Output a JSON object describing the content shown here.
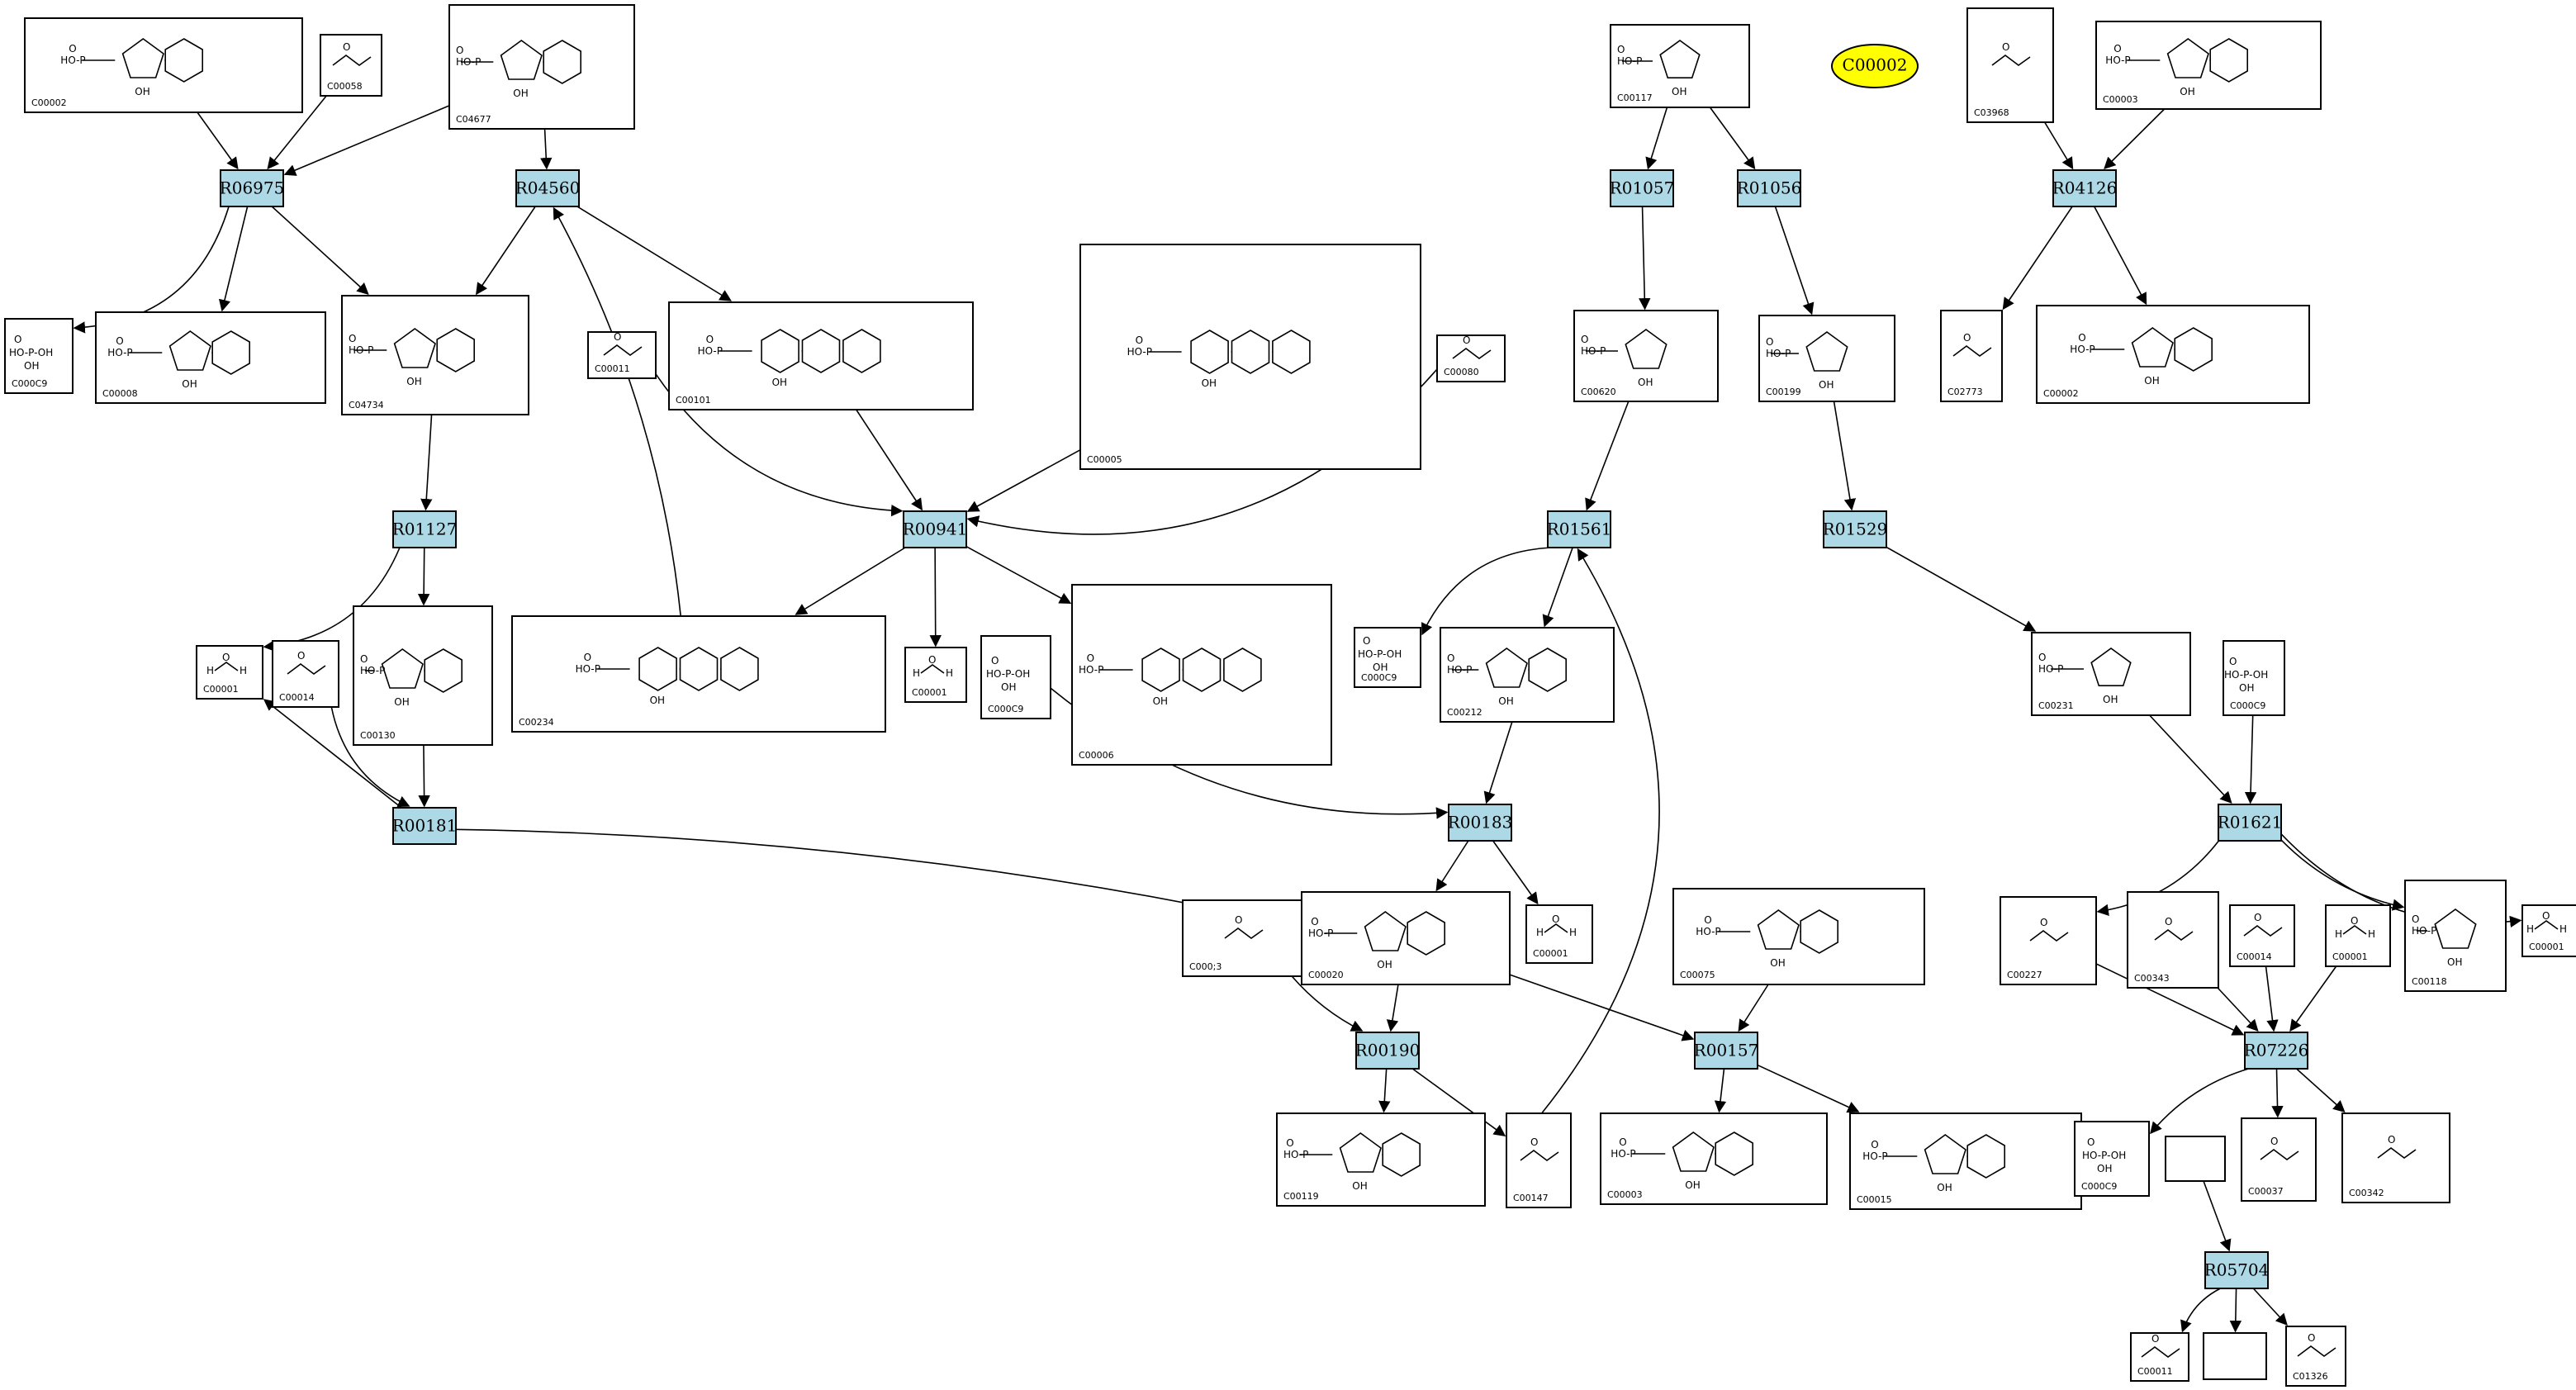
{
  "highlight": {
    "label": "C00002"
  },
  "reactions": [
    {
      "id": "R06975"
    },
    {
      "id": "R04560"
    },
    {
      "id": "R01127"
    },
    {
      "id": "R00941"
    },
    {
      "id": "R00181"
    },
    {
      "id": "R00183"
    },
    {
      "id": "R00190"
    },
    {
      "id": "R00157"
    },
    {
      "id": "R01057"
    },
    {
      "id": "R01056"
    },
    {
      "id": "R04126"
    },
    {
      "id": "R01561"
    },
    {
      "id": "R01529"
    },
    {
      "id": "R01621"
    },
    {
      "id": "R07226"
    },
    {
      "id": "R05704"
    }
  ],
  "compounds": [
    {
      "id": "C00002",
      "kind": "nucleotide"
    },
    {
      "id": "C00058",
      "kind": "small"
    },
    {
      "id": "C04677",
      "kind": "nucleotide"
    },
    {
      "id": "C00009",
      "display": "C000C9",
      "kind": "phosphate"
    },
    {
      "id": "C00008",
      "display": "C00008",
      "kind": "nucleotide"
    },
    {
      "id": "C04734",
      "kind": "nucleotide"
    },
    {
      "id": "C00011",
      "kind": "small"
    },
    {
      "id": "C00101",
      "kind": "large"
    },
    {
      "id": "C00005",
      "kind": "large"
    },
    {
      "id": "C00080",
      "kind": "small"
    },
    {
      "id": "C00001",
      "kind": "water"
    },
    {
      "id": "C00014",
      "kind": "small"
    },
    {
      "id": "C00130",
      "kind": "nucleotide"
    },
    {
      "id": "C00234",
      "kind": "large"
    },
    {
      "id": "C00001",
      "kind": "water"
    },
    {
      "id": "C00009",
      "display": "C000C9",
      "kind": "phosphate"
    },
    {
      "id": "C00006",
      "kind": "large"
    },
    {
      "id": "C00001",
      "kind": "water"
    },
    {
      "id": "C00013",
      "display": "C000;3",
      "kind": "small"
    },
    {
      "id": "C00020",
      "kind": "nucleotide"
    },
    {
      "id": "C00001",
      "kind": "water"
    },
    {
      "id": "C00075",
      "kind": "nucleotide"
    },
    {
      "id": "C00119",
      "kind": "nucleotide"
    },
    {
      "id": "C00147",
      "kind": "small"
    },
    {
      "id": "C00008",
      "display": "C00003",
      "kind": "nucleotide"
    },
    {
      "id": "C00015",
      "kind": "nucleotide"
    },
    {
      "id": "C00117",
      "kind": "sugar"
    },
    {
      "id": "C00620",
      "kind": "sugar"
    },
    {
      "id": "C00009",
      "display": "C000C9",
      "kind": "phosphate"
    },
    {
      "id": "C00212",
      "kind": "nucleotide"
    },
    {
      "id": "C00199",
      "kind": "sugar"
    },
    {
      "id": "C00231",
      "kind": "sugar"
    },
    {
      "id": "C03968",
      "kind": "small"
    },
    {
      "id": "C00008",
      "display": "C00003",
      "kind": "nucleotide"
    },
    {
      "id": "C02773",
      "kind": "small"
    },
    {
      "id": "C00002",
      "kind": "nucleotide"
    },
    {
      "id": "C00009",
      "display": "C000C9",
      "kind": "phosphate"
    },
    {
      "id": "C00227",
      "kind": "small"
    },
    {
      "id": "C00343",
      "kind": "small"
    },
    {
      "id": "C00014",
      "kind": "small"
    },
    {
      "id": "C00001",
      "kind": "water"
    },
    {
      "id": "C00118",
      "kind": "sugar"
    },
    {
      "id": "C00001",
      "kind": "water"
    },
    {
      "id": "C00009",
      "display": "C000C9",
      "kind": "phosphate"
    },
    {
      "id": "C00037",
      "kind": "small"
    },
    {
      "id": "C00342",
      "kind": "small"
    },
    {
      "id": "",
      "kind": "empty"
    },
    {
      "id": "C00011",
      "kind": "small"
    },
    {
      "id": "",
      "kind": "empty"
    },
    {
      "id": "C01326",
      "kind": "small"
    }
  ],
  "edges_note": "",
  "colors": {
    "reaction_fill": "#add8e6",
    "highlight_fill": "#ffff00"
  }
}
